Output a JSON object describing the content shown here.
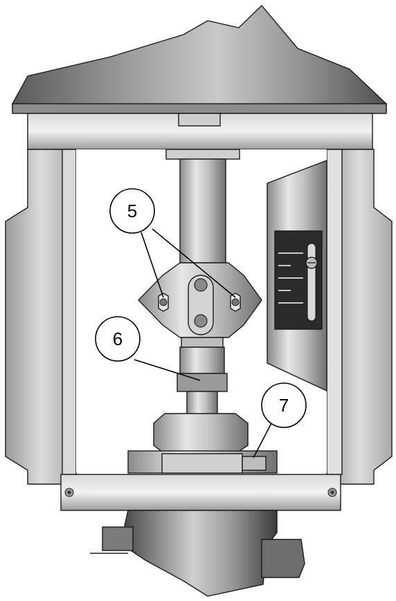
{
  "figure": {
    "callouts": [
      {
        "id": "5",
        "label": "5"
      },
      {
        "id": "6",
        "label": "6"
      },
      {
        "id": "7",
        "label": "7"
      }
    ],
    "colors": {
      "background": "#ffffff",
      "metal_light": "#e2e2e2",
      "metal_mid": "#b8b8b8",
      "metal_dark": "#6e6e6e",
      "scale_panel": "#2a2a2a",
      "outline": "#1a1a1a"
    }
  }
}
